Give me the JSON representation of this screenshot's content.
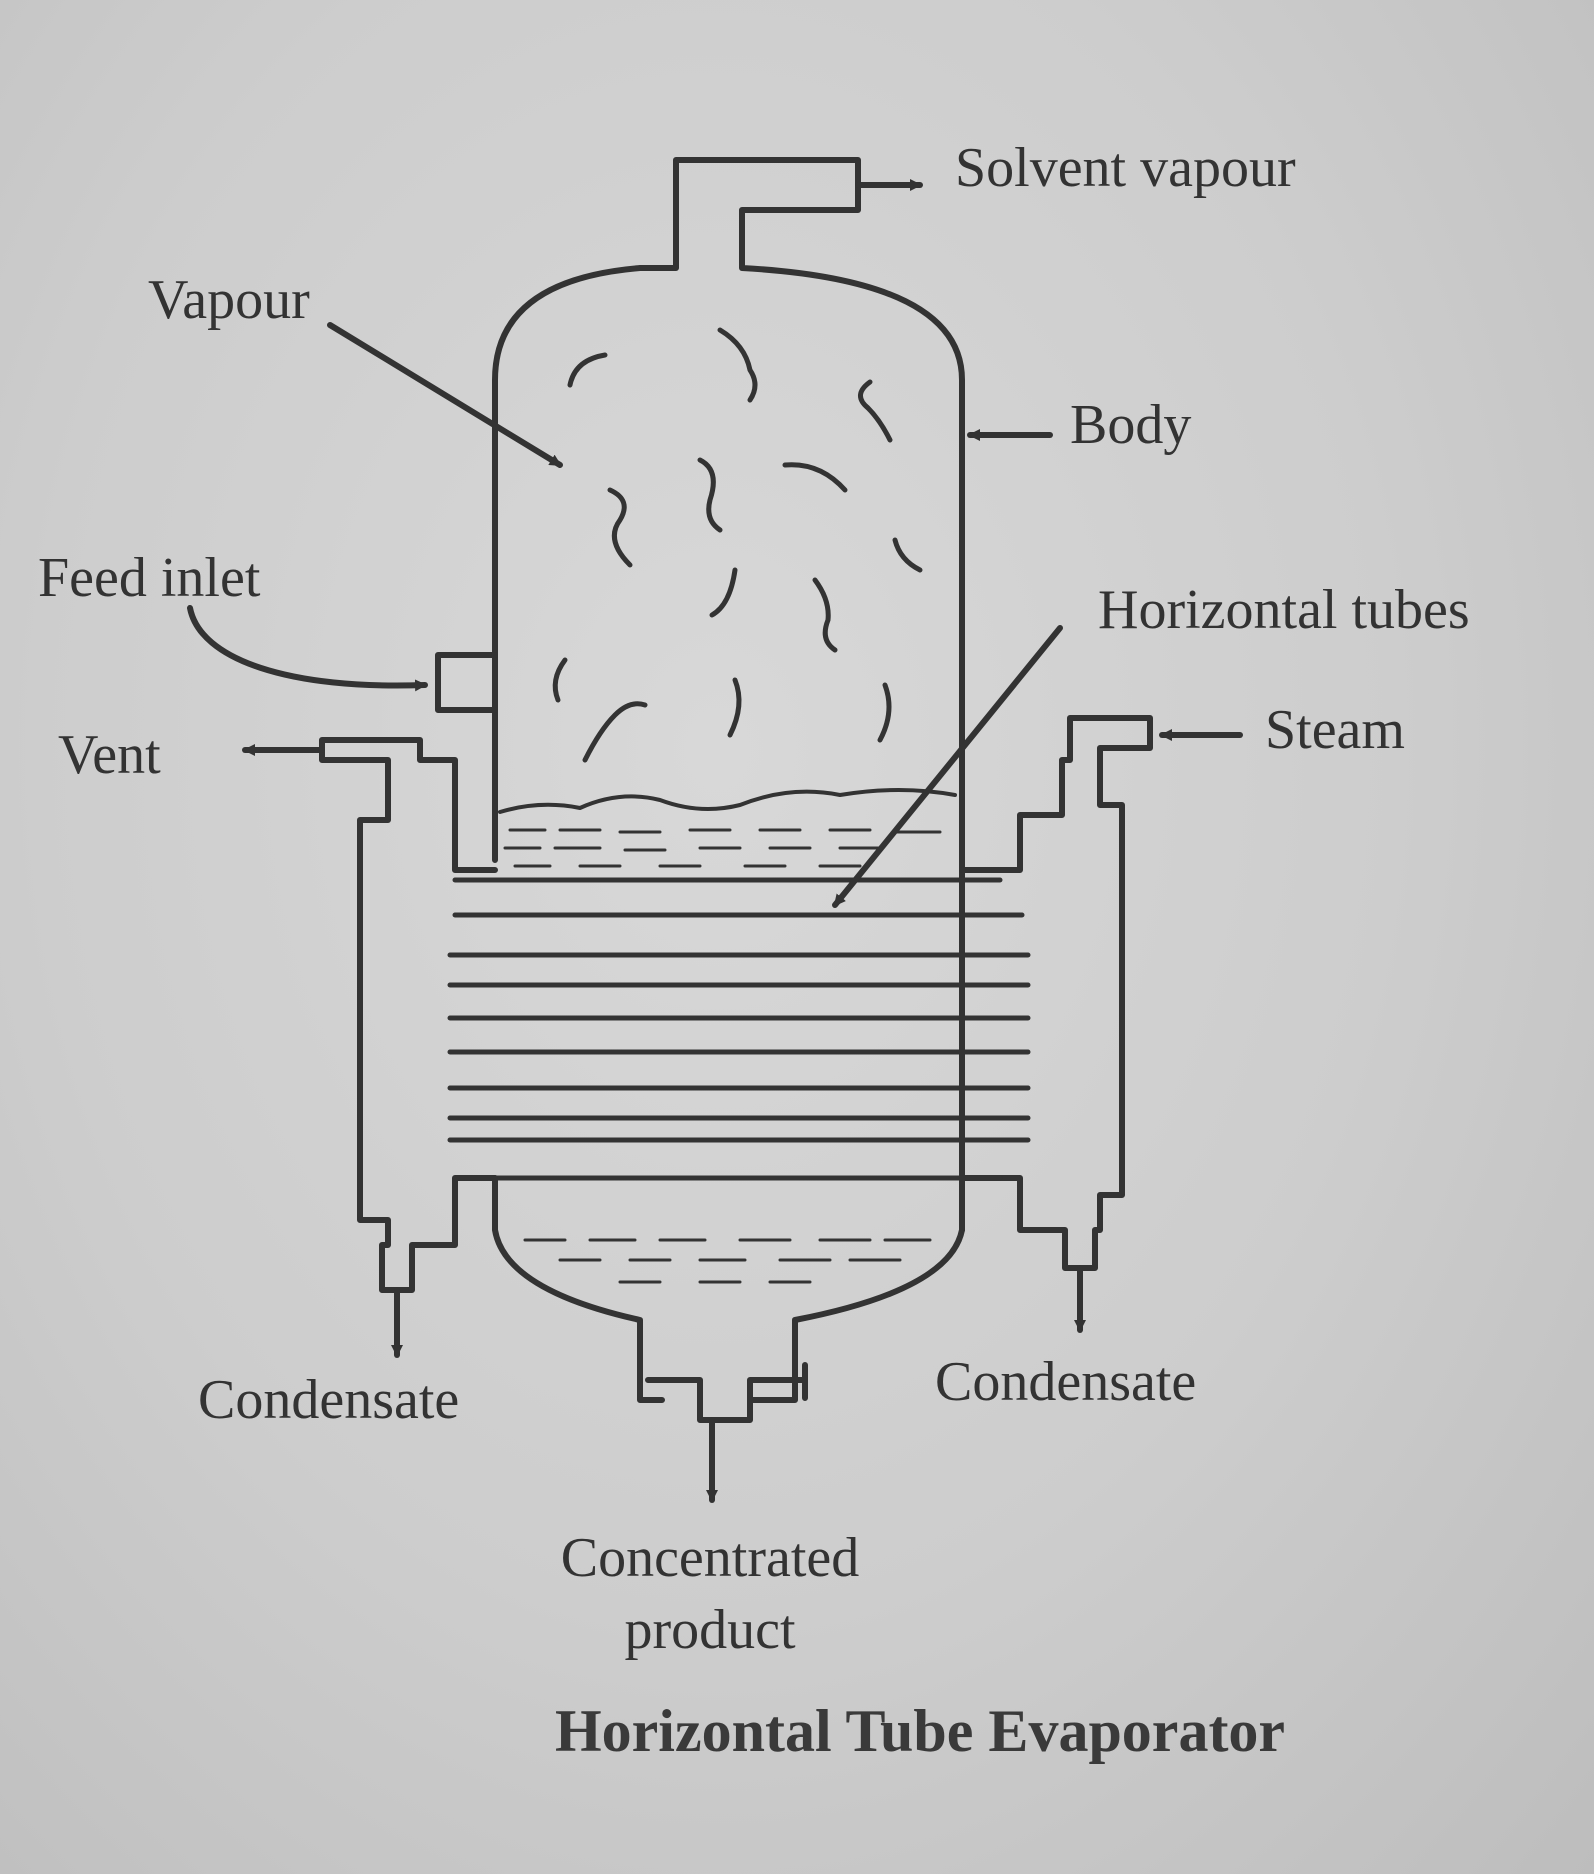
{
  "labels": {
    "solvent_vapour": "Solvent vapour",
    "vapour": "Vapour",
    "body": "Body",
    "feed_inlet": "Feed inlet",
    "horizontal_tubes": "Horizontal tubes",
    "vent": "Vent",
    "steam": "Steam",
    "condensate_left": "Condensate",
    "condensate_right": "Condensate",
    "concentrated_product_line1": "Concentrated",
    "concentrated_product_line2": "product"
  },
  "caption": "Horizontal Tube Evaporator",
  "colors": {
    "ink": "#333333",
    "paper": "#cfcfcf"
  }
}
